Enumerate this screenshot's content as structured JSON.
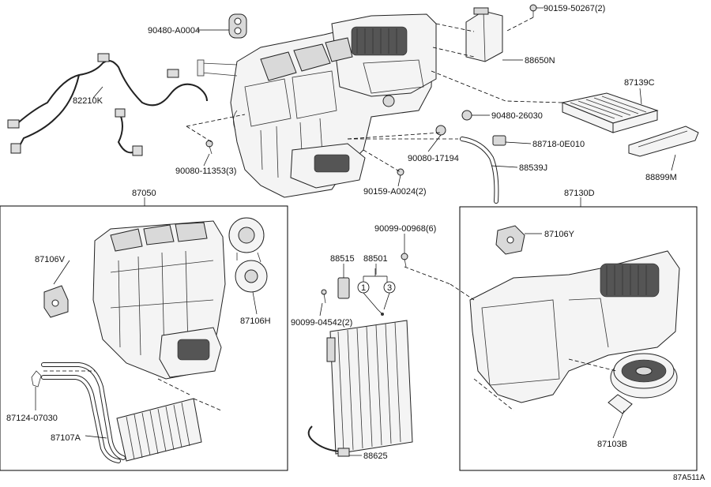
{
  "diagram": {
    "labels": {
      "p90480A0004": "90480-A0004",
      "p90159_50267": "90159-50267(2)",
      "p88650N": "88650N",
      "p82210K": "82210K",
      "p87139C": "87139C",
      "p90480_26030": "90480-26030",
      "p88718": "88718-0E010",
      "p90080_17194": "90080-17194",
      "p88539J": "88539J",
      "p90080_11353": "90080-11353(3)",
      "p90159A0024": "90159-A0024(2)",
      "p88899M": "88899M",
      "p87050": "87050",
      "p87130D": "87130D",
      "p87106V": "87106V",
      "p87106H": "87106H",
      "p87106Y": "87106Y",
      "p90099_00968": "90099-00968(6)",
      "p88515": "88515",
      "p88501": "88501",
      "p90099_04542": "90099-04542(2)",
      "p87124": "87124-07030",
      "p87107A": "87107A",
      "p88625": "88625",
      "p87103B": "87103B",
      "circ1": "1",
      "circ3": "3",
      "figure_id": "87A511A"
    }
  }
}
